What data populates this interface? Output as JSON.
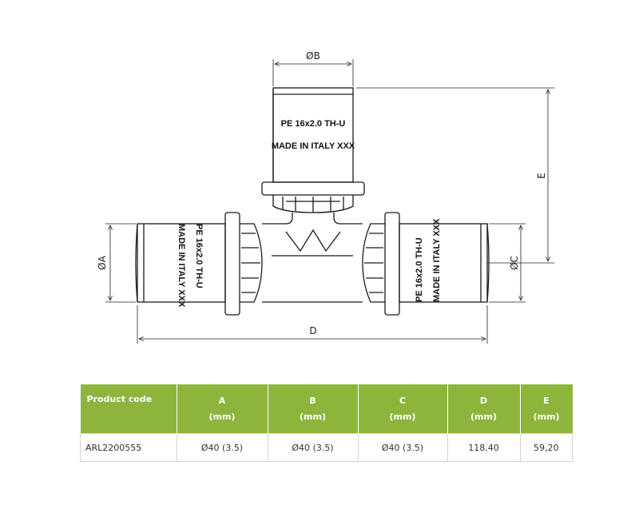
{
  "drawing": {
    "dim_labels": {
      "B": "ØB",
      "A": "ØA",
      "C": "ØC",
      "D": "D",
      "E": "E"
    },
    "pipe_marking": {
      "line1": "PE 16x2.0 TH-U",
      "line2": "MADE IN ITALY XXX"
    }
  },
  "table": {
    "headers": [
      {
        "name": "Product code",
        "unit": ""
      },
      {
        "name": "A",
        "unit": "(mm)"
      },
      {
        "name": "B",
        "unit": "(mm)"
      },
      {
        "name": "C",
        "unit": "(mm)"
      },
      {
        "name": "D",
        "unit": "(mm)"
      },
      {
        "name": "E",
        "unit": "(mm)"
      }
    ],
    "rows": [
      [
        "ARL2200555",
        "Ø40 (3.5)",
        "Ø40 (3.5)",
        "Ø40 (3.5)",
        "118,40",
        "59,20"
      ]
    ]
  },
  "colors": {
    "header_bg": "#8db53c",
    "border": "#d4d4d4"
  }
}
